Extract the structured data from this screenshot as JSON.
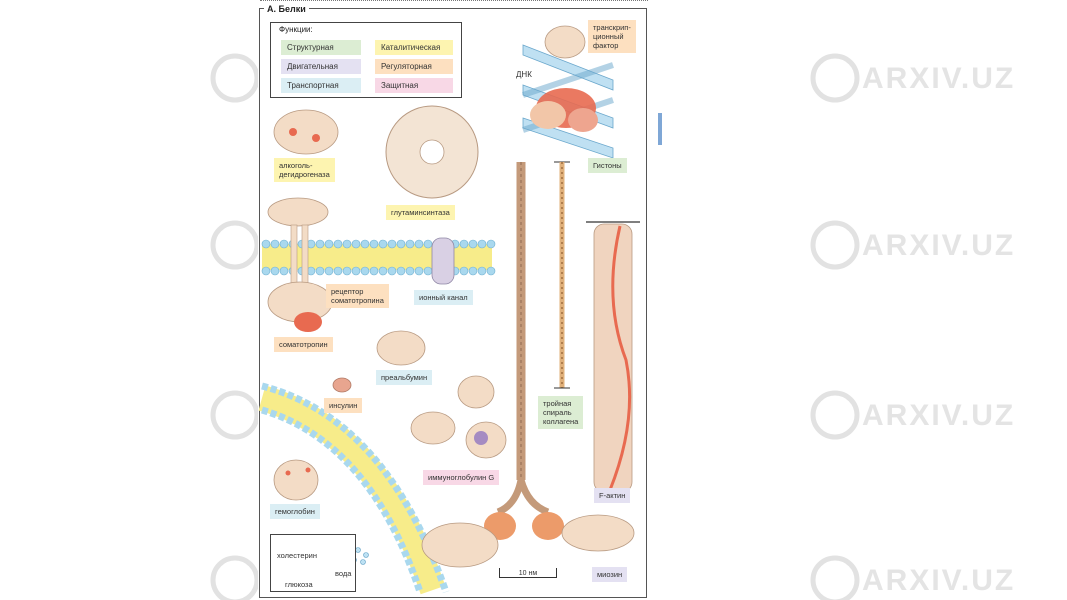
{
  "section_title": "А. Белки",
  "functions": {
    "title": "Функции:",
    "items": [
      {
        "label": "Структурная",
        "color": "#dcedd3"
      },
      {
        "label": "Каталитическая",
        "color": "#fdf4b0"
      },
      {
        "label": "Двигательная",
        "color": "#e4e1f2"
      },
      {
        "label": "Регуляторная",
        "color": "#fde0c0"
      },
      {
        "label": "Транспортная",
        "color": "#dbeef4"
      },
      {
        "label": "Защитная",
        "color": "#f8d8e6"
      }
    ]
  },
  "labels": {
    "transcription_factor": "транскрип-\nционный\nфактор",
    "dna": "ДНК",
    "histones": "Гистоны",
    "adh": "алкоголь-\nдегидрогеназа",
    "glutamine_synthetase": "глутаминсинтаза",
    "receptor": "рецептор\nсоматотропина",
    "ion_channel": "ионный канал",
    "somatotropin": "соматотропин",
    "prealbumin": "преальбумин",
    "insulin": "инсулин",
    "collagen": "тройная\nспираль\nколлагена",
    "igg": "иммуноглобулин G",
    "hemoglobin": "гемоглобин",
    "f_actin": "F-актин",
    "myosin": "миозин"
  },
  "legend": {
    "cholesterol": "холестерин",
    "water": "вода",
    "glucose": "глюкоза"
  },
  "scale": "10 нм",
  "watermark": "ARXIV.UZ"
}
